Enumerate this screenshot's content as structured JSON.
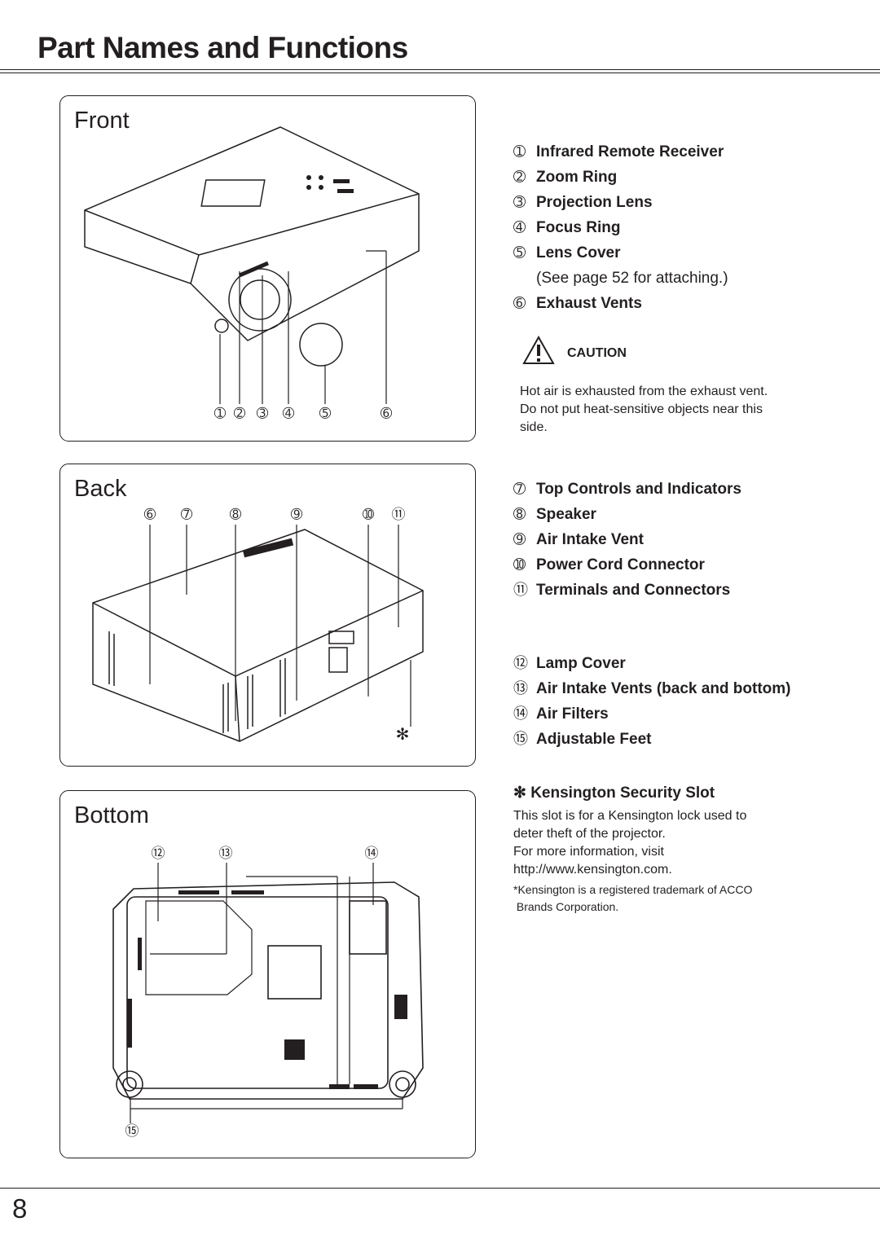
{
  "header": {
    "title": "Part Names and Functions"
  },
  "front": {
    "title": "Front",
    "callouts": [
      "➀",
      "➁",
      "➂",
      "➃",
      "➄",
      "➅"
    ]
  },
  "back": {
    "title": "Back",
    "callouts": [
      "➅",
      "➆",
      "➇",
      "➈",
      "➉",
      "⑪"
    ],
    "asterisk": "✻"
  },
  "bottom": {
    "title": "Bottom",
    "callouts": [
      "⑫",
      "⑬",
      "⑭",
      "⑮"
    ]
  },
  "legend_front": [
    {
      "num": "➀",
      "label": "Infrared Remote Receiver"
    },
    {
      "num": "➁",
      "label": "Zoom Ring"
    },
    {
      "num": "➂",
      "label": "Projection Lens"
    },
    {
      "num": "➃",
      "label": "Focus Ring"
    },
    {
      "num": "➄",
      "label": "Lens Cover"
    }
  ],
  "lens_cover_note": "(See page 52 for attaching.)",
  "legend_exhaust": {
    "num": "➅",
    "label": "Exhaust Vents"
  },
  "caution": {
    "label": "CAUTION",
    "text": [
      "Hot air is exhausted from the exhaust vent.",
      "Do not put heat-sensitive objects near this",
      "side."
    ]
  },
  "legend_back": [
    {
      "num": "➆",
      "label": "Top Controls and Indicators"
    },
    {
      "num": "➇",
      "label": "Speaker"
    },
    {
      "num": "➈",
      "label": "Air Intake Vent"
    },
    {
      "num": "➉",
      "label": "Power Cord Connector"
    },
    {
      "num": "⑪",
      "label": "Terminals and Connectors"
    }
  ],
  "legend_bottom": [
    {
      "num": "⑫",
      "label": "Lamp Cover"
    },
    {
      "num": "⑬",
      "label": "Air Intake Vents (back and bottom)"
    },
    {
      "num": "⑭",
      "label": "Air Filters"
    },
    {
      "num": "⑮",
      "label": "Adjustable Feet"
    }
  ],
  "kensington": {
    "symbol": "✻",
    "title": "Kensington Security Slot",
    "text": [
      "This slot is for a Kensington lock used to",
      "deter theft of the projector.",
      "For more information, visit",
      "http://www.kensington.com."
    ],
    "footnote": [
      "*Kensington is a registered trademark of ACCO",
      " Brands Corporation."
    ]
  },
  "footer": {
    "page_number": "8"
  }
}
